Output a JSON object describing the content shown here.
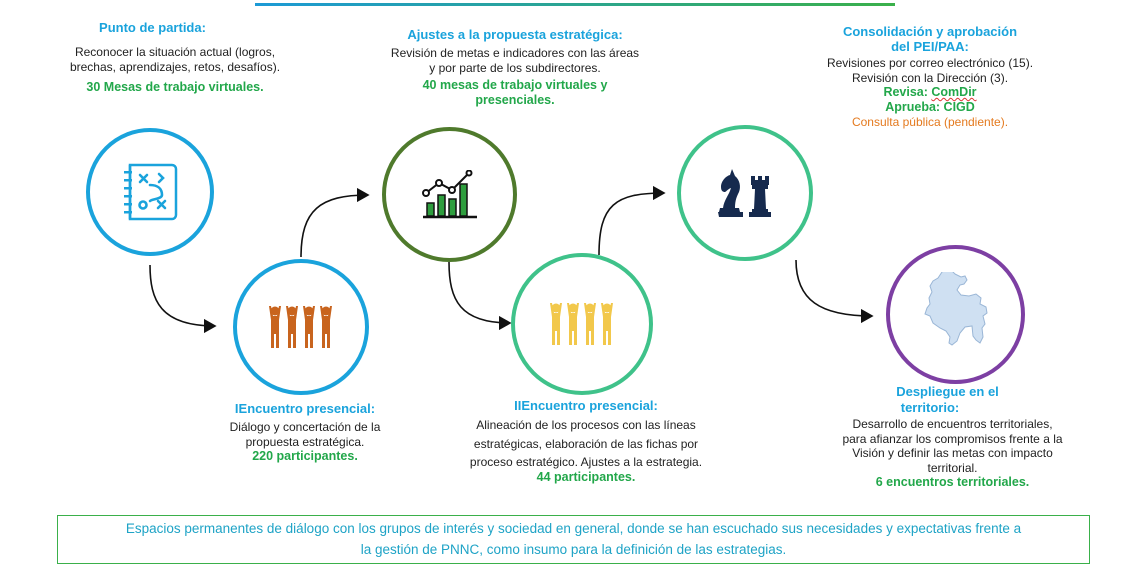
{
  "stage1": {
    "title": "Punto de partida:",
    "line1": "Reconocer la situación actual  (logros,",
    "line2": "brechas, aprendizajes, retos,  desafíos).",
    "highlight": "30 Mesas de trabajo virtuales.",
    "icon": "strategy-plan-icon"
  },
  "stage2": {
    "title": "IEncuentro presencial:",
    "line1": "Diálogo y concertación de la",
    "line2": "propuesta estratégica.",
    "highlight": "220 participantes.",
    "icon": "people-group-icon"
  },
  "stage3": {
    "title": "Ajustes a la propuesta estratégica:",
    "line1": "Revisión de metas e indicadores con las áreas",
    "line2": "y por parte de los subdirectores.",
    "highlight1": "40 mesas de trabajo virtuales y",
    "highlight2": "presenciales.",
    "icon": "growth-chart-icon"
  },
  "stage4": {
    "title": "IIEncuentro presencial:",
    "line1": "Alineación de los procesos con las líneas",
    "line2": "estratégicas, elaboración de las fichas por",
    "line3": "proceso estratégico. Ajustes a la estrategia.",
    "highlight": "44 participantes.",
    "icon": "people-group-icon"
  },
  "stage5": {
    "title1": "Consolidación y aprobación",
    "title2": "del PEI/PAA:",
    "line1": "Revisiones por correo electrónico (15).",
    "line2": "Revisión con la Dirección (3).",
    "revisa_label": "Revisa: ",
    "revisa_value": "ComDir",
    "aprueba": "Aprueba: CIGD",
    "consulta": "Consulta pública (pendiente).",
    "icon": "chess-pieces-icon"
  },
  "stage6": {
    "title1": "Despliegue en el",
    "title2": "territorio:",
    "line1": "Desarrollo de encuentros territoriales,",
    "line2": "para afianzar los compromisos frente a la",
    "line3": "Visión y definir las metas con impacto",
    "line4": "territorial.",
    "highlight": "6 encuentros territoriales.",
    "icon": "colombia-map-icon"
  },
  "footer": {
    "line1": "Espacios permanentes de diálogo con los grupos de interés y sociedad en general, donde se han escuchado sus necesidades y expectativas frente a",
    "line2": "la gestión de PNNC, como insumo para la definición de las estrategias."
  },
  "colors": {
    "blue": "#1aa3dc",
    "green": "#22a74a",
    "orange_icon": "#c8641e",
    "yellow_icon": "#f2c84b",
    "olive_ring": "#4f7a2c",
    "teal_ring": "#3fc28a",
    "purple_ring": "#7d3fa3",
    "navy": "#162a4e"
  }
}
